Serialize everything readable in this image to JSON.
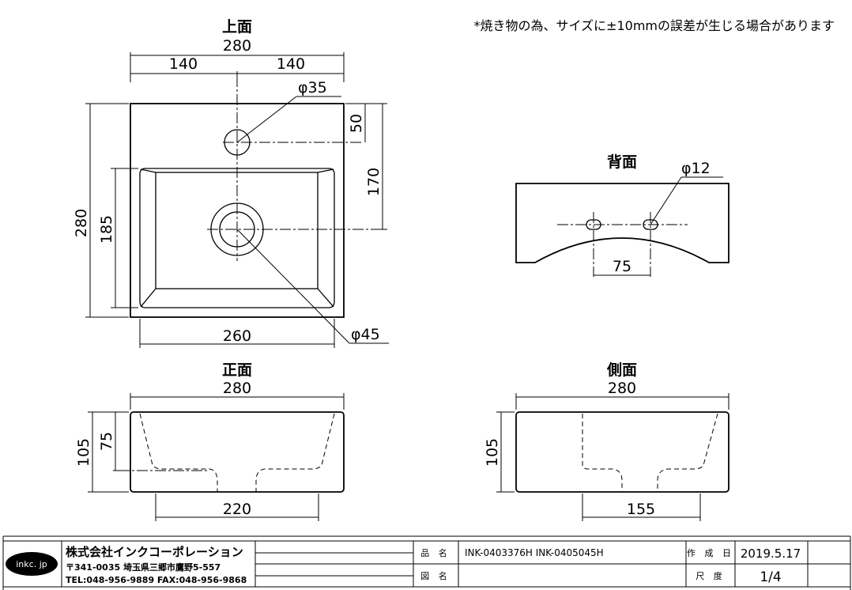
{
  "note": "*焼き物の為、サイズに±10mmの誤差が生じる場合があります",
  "views": {
    "top": {
      "title": "上面",
      "dims": {
        "overall_width": "280",
        "half_left": "140",
        "half_right": "140",
        "hole_dia": "φ35",
        "hole_offset": "50",
        "drain_offset": "170",
        "overall_depth": "280",
        "bowl_depth": "185",
        "bowl_width": "260",
        "drain_dia": "φ45"
      }
    },
    "back": {
      "title": "背面",
      "dims": {
        "hole_dia": "φ12",
        "hole_pitch": "75"
      }
    },
    "front": {
      "title": "正面",
      "dims": {
        "width": "280",
        "height": "105",
        "bowl_height": "75",
        "base_width": "220"
      }
    },
    "side": {
      "title": "側面",
      "dims": {
        "width": "280",
        "height": "105",
        "base_width": "155"
      }
    }
  },
  "title_block": {
    "logo_text": "inkc. jp",
    "company": "株式会社インクコーポレーション",
    "address": "〒341-0035 埼玉県三郷市鷹野5-557",
    "contact": "TEL:048-956-9889  FAX:048-956-9868",
    "product_label": "品 名",
    "product_value": "INK-0403376H  INK-0405045H",
    "drawing_label": "図 名",
    "drawing_value": "",
    "created_label": "作 成 日",
    "created_value": "2019.5.17",
    "scale_label": "尺 度",
    "scale_value": "1/4"
  }
}
